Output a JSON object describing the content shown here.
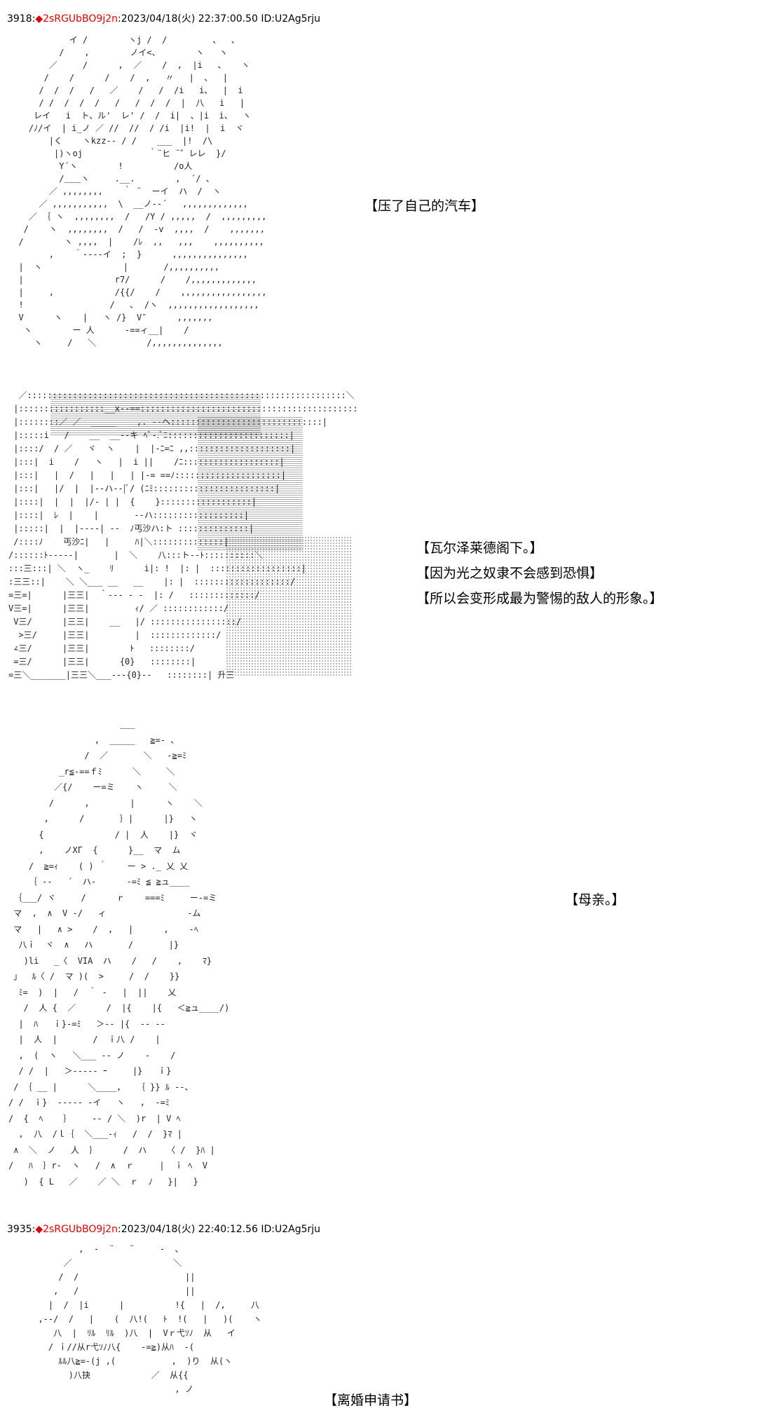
{
  "posts": [
    {
      "number": "3918",
      "separator": ":",
      "diamond": "◆",
      "trip": "2sRGUbBO9j2n",
      "meta": ":2023/04/18(火) 22:37:00.50 ID:U2Ag5rju"
    },
    {
      "number": "3935",
      "separator": ":",
      "diamond": "◆",
      "trip": "2sRGUbBO9j2n",
      "meta": ":2023/04/18(火) 22:40:12.56 ID:U2Ag5rju"
    }
  ],
  "captions": {
    "panel1": [
      "【压了自己的汽车】"
    ],
    "panel2": [
      "【瓦尔泽莱德阁下。】",
      "【因为光之奴隶不会感到恐惧】",
      "【所以会变形成最为警惕的敌人的形象。】"
    ],
    "panel3": [
      "【母亲。】"
    ],
    "panel4": [
      "【离婚申请书】"
    ]
  },
  "art": {
    "figure1": "            イ /        ヽj /  /         、  、\n          /    ,        ノイ<、       ヽ   ヽ\n        ／     /      ,  ／    /  ,  |i   、   ヽ\n       /    /      /    /  ,   〃   |  、  |\n      /  /  /   /   ／    /   /  /i   i、  |  i\n      / /  /  /  /   /   /  /  /  |  八   i   |\n     レイ   i  ト、ル'  レ' /  /  i|  、|i  i、  ヽ\n    /ﾉ/イ  | i_ノ ／ //  //  / /i  |i!  |  i  ヾ\n        |く    ヽkzz‐- / /    ___  |!  /\\\n         |)ヽoj             ｀¨ヒ ¨゜レレ  }/\n          Y´ヽ        !          /o人\n          /＿＿ヽ     .__.        ,  ´/ 、\n        ／ ,,,,,,,,    ｀ ¨  ーイ  ハ  /  ヽ\n      ／ ,,,,,,,,,,,  \\  __ノ‐‐´   ,,,,,,,,,,,,,\n    ／ ｛ ヽ  ,,,,,,,,  /   /Y / ,,,,,  /  ,,,,,,,,,\n   /    ヽ  ,,,,,,,,  /   /  -v  ,,,,  /    ,,,,,,,\n  /        ヽ ,,,,  |    /ﾚ  ,,   ,,,    ,,,,,,,,,,\n        ,    ｀‐---イ  ;  }      ,,,,,,,,,,,,,,,\n  |  ヽ                |       /,,,,,,,,,,\n  |                  r7/      /    /,,,,,,,,,,,,,\n  |     ,            /{{/    /    ,,,,,,,,,,,,,,,,,\n  !                 /   ､  /ヽ  ,,,,,,,,,,,,,,,,,,\n  V      ヽ    |   ヽ /}  V″      ,,,,,,,\n   ヽ        ー 人      ‐==ィ__|    /\n     ヽ     /   ＼          /,,,,,,,,,,,,,,",
    "figure2": "  ／:::::::::::::::::::::::::::::::::::::::::::::::::::::::::::::::＼\n |:::::::::::::::::__x-‐==::::::::::::::::::::::::::::::::::::::::::::::|\n |::::::::／ ／  _____    ,. ‐-ヘ::::::::::::::::::::::::::::::|\n |:::::i   /    __  __‐‐キ ﾍﾞ-.ﾞﾆ::::::::::::::::::::::::|\n |::::/  / ／   ヾ  ヽ    |  |‐ﾆ=ﾆ ,,::::::::::::::::::::|\n |:::|  i    /   ヽ   |  i ||    /ﾆ:::::::::::::::::::|\n |:::|   |  /   |   |   | |‐= ==ﾉ:::::::::::::::::::::|\n |:::|   |/  |  |--ハ--|ﾞ/ (ﾆﾐ::::::::::::::::::::::::|\n |::::|  |  |  |/‐ | |  {    }::::::::::::::::::|\n |::::|  ﾚ  |    |       ‐‐ハ::::::::::::::::::|\n |:::::|  |  |‐--‐| ‐‐  ﾉ丐沙ハ:ト ::::::::::::::|\n /::::ﾉ    丐沙ﾆ|   |     ﾊ|＼::::::::::::::|\n/::::::ﾄ---‐‐|       |  ＼    八:::ト‐-ﾄ::::::::::＼\n:::三:::| ＼  ヽ_    ﾘ      i|: !  |: |  ::::::::::::::::::|\n:三三::|    ＼ ＼___ __   __    |: |  :::::::::::::::::::/\n=三=|      |三三|  ｀‐‐‐ ‐ ‐  |: /   :::::::::::::/\nV三=|      |三三|         ｨ/ ／ ::::::::::::/\n V三/      |三三|    __   |/ :::::::::::::::::/\n  >三/     |三三|         |  :::::::::::::/\n ∠三/      |三三|        ﾄ   ::::::::/\n =三/      |三三|      {0}   ::::::::|\n=三＼_______|三三＼___---{0}-‐   ::::::::| 升三",
    "figure3": "                      ___\n                 ,  _____   ≧=- 、\n               /  ／       ＼   ‐≧=ﾐ\n          _r≦-==ｆﾐ      ＼     ＼\n         ／{/    ー=ミ    ヽ     ＼\n        /      ,        |      ヽ    ＼\n       ,      /       ｝|      |}   ヽ\n      {              / |  人    |}  ヾ\n      ,    ノXΓ  {      }__  マ  ム\n    /  ≧=ｨ    ( ) ｀    ー > ._ 乂 乂\n    ｛ ‐‐   ´  ハ‐      ‐=ﾐ ≦ ≧ュ____\n ｛___/ ヾ     /      ｒ    ===ﾐ     ー‐=ミ\n マ  ,  ∧  V ‐/   ィ                ‐ム\n マ   |   ∧ >    /  ,   |      ,    ‐ﾍ\n  八ｉ  ヾ  ∧   ハ       /       |}\n   )li   _〈  VIA  ハ    /   /    ,    ﾏ}\n 」  ﾙ〈 /  マ )(  >     /  /    }}\n  ﾐ=  )  |   /  ｀ ‐   |  ||    乂\n   /  人 {  ／      /  |{    |{   ＜≧ュ____/)\n  |  ﾊ   ｉ}‐=ﾐ   ＞‐‐ |{  ‐‐ ‐‐\n  |  人  |       /  ｉ八 /    |\n  ,  (  ヽ   ＼___ ‐‐ ノ    ‐    /\n  / /  |   ＞‐‐‐‐‐ ｰ     |}   ｉ}\n / ｛ __ |      ＼____,   ｛ }} ﾙ ‐‐、\n/ /  ｉ}  ‐‐‐‐‐ -イ   ヽ   ,  ‐=ﾐ\n/  {  ﾍ    ｝    ‐‐ / ＼  )r  | V ﾍ\n  ,  八  /ｌ｛  ＼___-ｨ   /  /  }ﾏ |\n ∧  ＼  ノ   人  ｝     /  ハ    〈 /  }ﾊ |\n/   ﾊ  ｝r-  ヽ   /  ∧  ｒ     |  ｉ ﾍ  V\n   )  { L   ／    ／ ＼  ｒ  ﾉ   }|   }",
    "figure4": "          ,  ‐  ¨   ¨     ‐  、\n       ／                    ＼\n      /  /                     ||\n     ,   /                     ||\n    |  /  |i      |          !{   |  /,     八\n  ,‐‐/  /   |    (  八!(   ﾄ  !(   |   )(    ヽ\n     八  |  ﾘﾙ  ﾘﾙ  )八  |  Vｒ弋ｿﾉ  从   イ\n    / ｉ//从r弋ｿﾉ八{    ‐=≧)从ﾊ  ‐(\n      ﾙﾙ八≧=-(j ,(           ,  )り  从(ヽ\n        )八抉            ／  从{{\n                             , ノ"
  }
}
